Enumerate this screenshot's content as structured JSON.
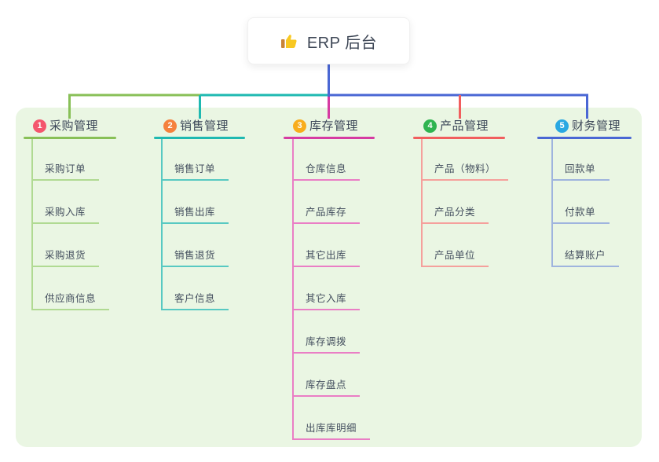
{
  "root": {
    "title": "ERP 后台",
    "icon": "thumbs-up"
  },
  "branches": [
    {
      "number": "1",
      "label": "采购管理",
      "badge_color": "#f4566d",
      "line_color": "#88c057",
      "child_line_color": "#b0da92",
      "children": [
        "采购订单",
        "采购入库",
        "采购退货",
        "供应商信息"
      ]
    },
    {
      "number": "2",
      "label": "销售管理",
      "badge_color": "#f5813d",
      "line_color": "#1fb9b1",
      "child_line_color": "#58c9c2",
      "children": [
        "销售订单",
        "销售出库",
        "销售退货",
        "客户信息"
      ]
    },
    {
      "number": "3",
      "label": "库存管理",
      "badge_color": "#f8ad1c",
      "line_color": "#d63ba2",
      "child_line_color": "#ea7ec5",
      "children": [
        "仓库信息",
        "产品库存",
        "其它出库",
        "其它入库",
        "库存调拨",
        "库存盘点",
        "出库库明细"
      ]
    },
    {
      "number": "4",
      "label": "产品管理",
      "badge_color": "#2fb450",
      "line_color": "#f15e5e",
      "child_line_color": "#f5a09c",
      "children": [
        "产品（物料）",
        "产品分类",
        "产品单位"
      ]
    },
    {
      "number": "5",
      "label": "财务管理",
      "badge_color": "#29a8e2",
      "line_color": "#4a67d4",
      "child_line_color": "#9fb4de",
      "children": [
        "回款单",
        "付款单",
        "结算账户"
      ]
    }
  ],
  "colors": {
    "panel_bg": "#eaf6e3",
    "root_line": "#4a67d4",
    "text": "#3d4859"
  }
}
